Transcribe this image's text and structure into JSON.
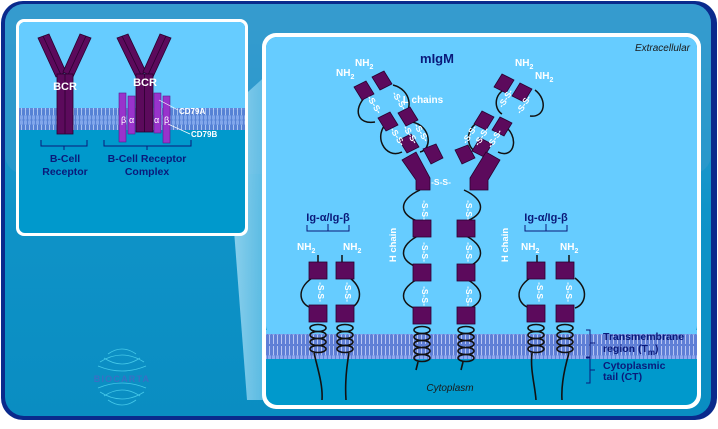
{
  "colors": {
    "outer_frame": "#0a2a8c",
    "panel_blue": "#3399cc",
    "panel_deep": "#0099cc",
    "extracellular": "#66ccff",
    "cytoplasm": "#0099cc",
    "membrane": "#6a86d8",
    "protein_dark": "#5c0a5c",
    "protein_light": "#9933cc",
    "label_navy": "#0a1a7a"
  },
  "inset": {
    "bcr_label_1": "BCR",
    "bcr_label_2": "BCR",
    "beta_left": "β",
    "alpha_left": "α",
    "alpha_right": "α",
    "beta_right": "β",
    "cd79a": "CD79A",
    "cd79b": "CD79B",
    "receptor_label_line1": "B-Cell",
    "receptor_label_line2": "Receptor",
    "complex_label_line1": "B-Cell Receptor",
    "complex_label_line2": "Complex"
  },
  "main": {
    "title": "mIgM",
    "extracellular": "Extracellular",
    "cytoplasm": "Cytoplasm",
    "l_chains": "L chains",
    "h_chain_left": "H chain",
    "h_chain_right": "H chain",
    "nh2": "NH",
    "nh2_sub": "2",
    "ss": "-S-S-",
    "ig_left": "Ig-α/Ig-β",
    "ig_right": "Ig-α/Ig-β",
    "tm_line1": "Transmembrane",
    "tm_line2": "region (T",
    "tm_sub": "m",
    "tm_close": ")",
    "ct_line1": "Cytoplasmic",
    "ct_line2": "tail (CT)"
  },
  "logo": {
    "text": "BIOCARTA"
  }
}
